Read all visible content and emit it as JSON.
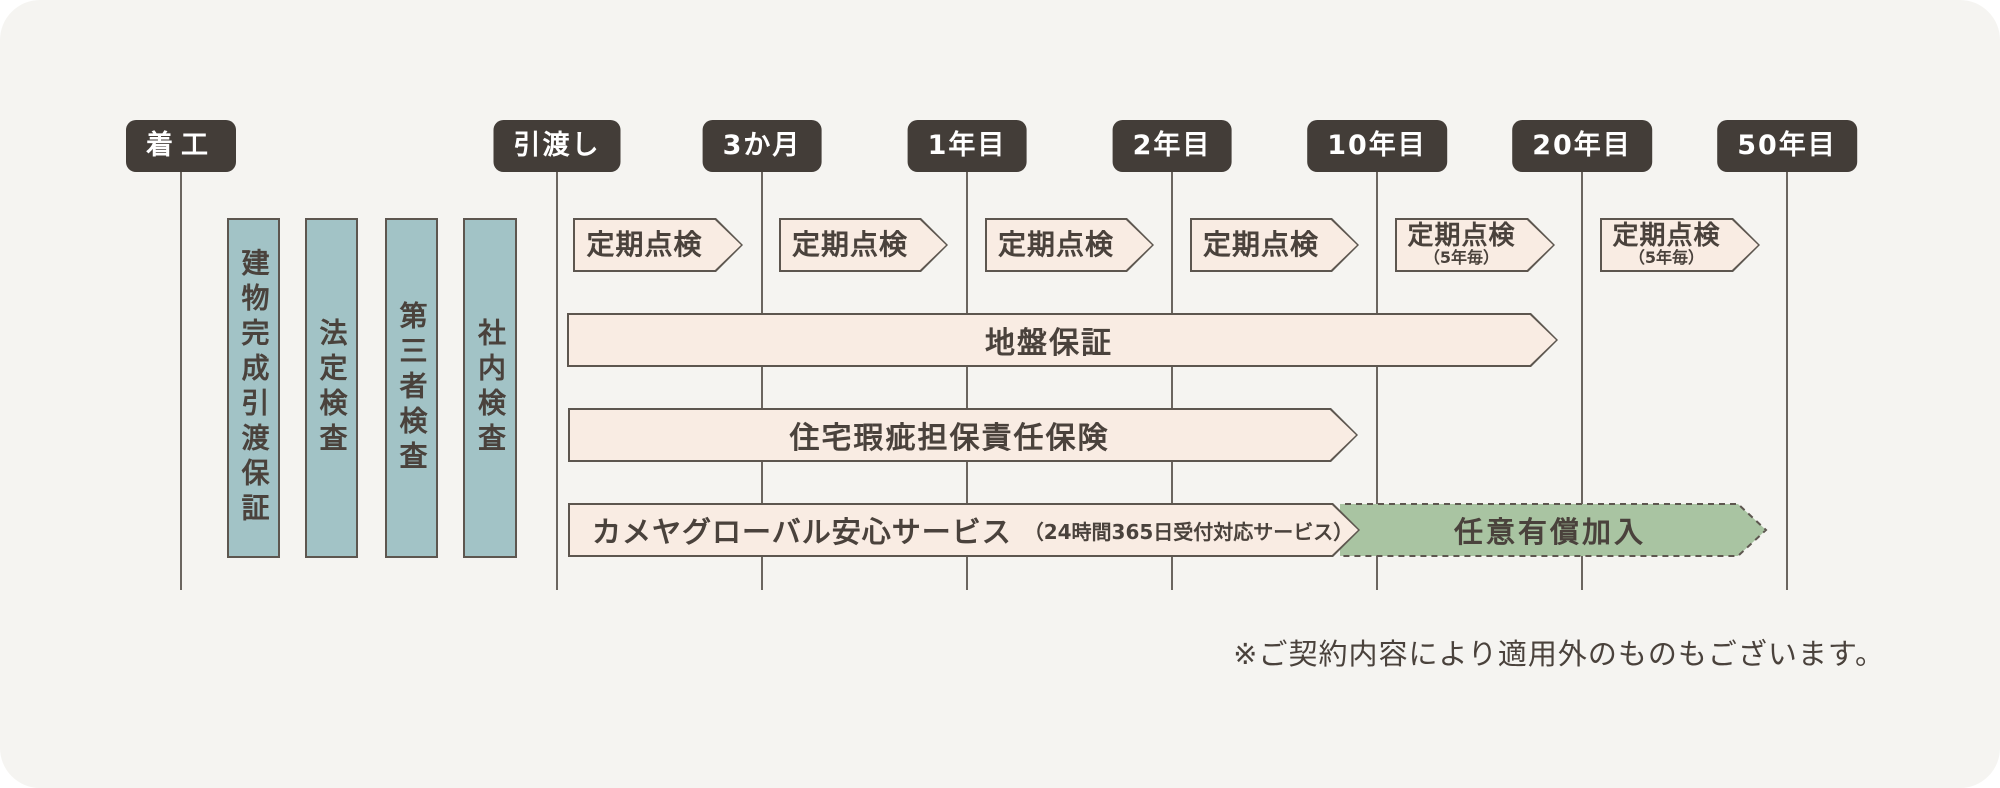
{
  "timeline": {
    "milestones": [
      {
        "label": "着工"
      },
      {
        "label": "引渡し"
      },
      {
        "label": "3か月"
      },
      {
        "label": "1年目"
      },
      {
        "label": "2年目"
      },
      {
        "label": "10年目"
      },
      {
        "label": "20年目"
      },
      {
        "label": "50年目"
      }
    ]
  },
  "process": {
    "bars": [
      {
        "label": "建物完成引渡保証"
      },
      {
        "label": "法定検査"
      },
      {
        "label": "第三者検査"
      },
      {
        "label": "社内検査"
      }
    ]
  },
  "rows": {
    "periodic": {
      "items": [
        {
          "label": "定期点検"
        },
        {
          "label": "定期点検"
        },
        {
          "label": "定期点検"
        },
        {
          "label": "定期点検"
        },
        {
          "label": "定期点検",
          "sublabel": "（5年毎）"
        },
        {
          "label": "定期点検",
          "sublabel": "（5年毎）"
        }
      ]
    },
    "ground": {
      "label": "地盤保証"
    },
    "defect": {
      "label": "住宅瑕疵担保責任保険"
    },
    "kameya": {
      "label": "カメヤグローバル安心サービス",
      "note": "（24時間365日受付対応サービス）"
    },
    "optional": {
      "label": "任意有償加入"
    }
  },
  "note": {
    "text": "※ご契約内容により適用外のものもございます。"
  },
  "colors": {
    "dark": "#433d38",
    "teal": "#a2c3c6",
    "cream": "#f9ece3",
    "green": "#a9c4a2",
    "border": "#5d564f",
    "text": "#4a423c",
    "line": "#6b655f",
    "bg": "#f5f4f1",
    "white": "#ffffff"
  }
}
